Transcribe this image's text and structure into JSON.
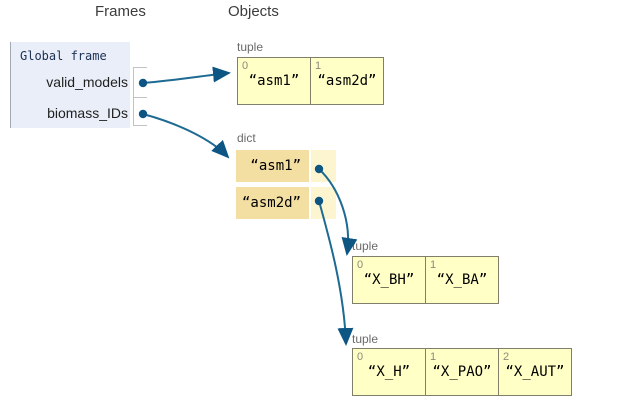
{
  "headers": {
    "frames": "Frames",
    "objects": "Objects"
  },
  "frame": {
    "title": "Global frame",
    "variables": [
      {
        "name": "valid_models"
      },
      {
        "name": "biomass_IDs"
      }
    ]
  },
  "objects": {
    "top_tuple": {
      "type_label": "tuple",
      "cells": [
        {
          "index": "0",
          "value": "“asm1”"
        },
        {
          "index": "1",
          "value": "“asm2d”"
        }
      ]
    },
    "dict": {
      "type_label": "dict",
      "rows": [
        {
          "key": "“asm1”"
        },
        {
          "key": "“asm2d”"
        }
      ]
    },
    "mid_tuple": {
      "type_label": "tuple",
      "cells": [
        {
          "index": "0",
          "value": "“X_BH”"
        },
        {
          "index": "1",
          "value": "“X_BA”"
        }
      ]
    },
    "bottom_tuple": {
      "type_label": "tuple",
      "cells": [
        {
          "index": "0",
          "value": "“X_H”"
        },
        {
          "index": "1",
          "value": "“X_PAO”"
        },
        {
          "index": "2",
          "value": "“X_AUT”"
        }
      ]
    }
  },
  "colors": {
    "arrow": "#1e6a92",
    "pointer_dot": "#0d5684",
    "frame_bg": "#e9eef8",
    "tuple_bg": "#ffffc6",
    "dict_key_bg": "#f4dfa3",
    "dict_val_bg": "#fcf5cf",
    "object_border": "#80806a"
  }
}
